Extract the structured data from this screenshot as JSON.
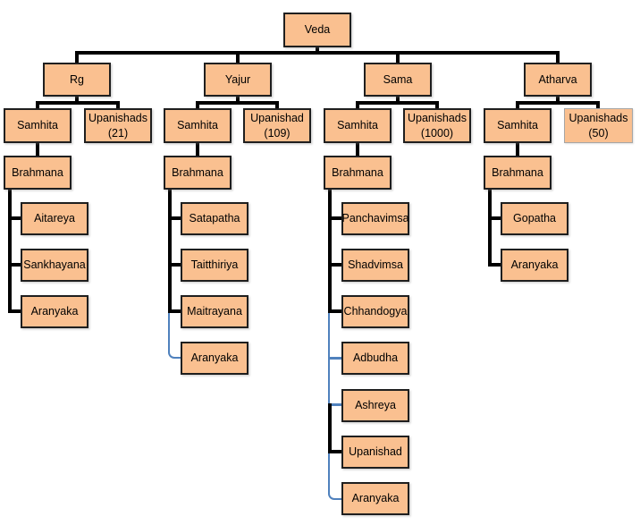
{
  "colors": {
    "box_fill": "#FAC090",
    "box_border": "#1F1F1F",
    "connector_black": "#000000",
    "connector_blue": "#4F81BD"
  },
  "root": {
    "label": "Veda"
  },
  "branches": [
    {
      "label": "Rg",
      "samhita_label": "Samhita",
      "upanishad_label": "Upanishads",
      "upanishad_count": "(21)",
      "brahmana_label": "Brahmana",
      "leaves": [
        "Aitareya",
        "Sankhayana",
        "Aranyaka"
      ]
    },
    {
      "label": "Yajur",
      "samhita_label": "Samhita",
      "upanishad_label": "Upanishad",
      "upanishad_count": "(109)",
      "brahmana_label": "Brahmana",
      "leaves": [
        "Satapatha",
        "Taitthiriya",
        "Maitrayana",
        "Aranyaka"
      ]
    },
    {
      "label": "Sama",
      "samhita_label": "Samhita",
      "upanishad_label": "Upanishads",
      "upanishad_count": "(1000)",
      "brahmana_label": "Brahmana",
      "leaves": [
        "Panchavimsa",
        "Shadvimsa",
        "Chhandogya",
        "Adbudha",
        "Ashreya",
        "Upanishad",
        "Aranyaka"
      ]
    },
    {
      "label": "Atharva",
      "samhita_label": "Samhita",
      "upanishad_label": "Upanishads",
      "upanishad_count": "(50)",
      "brahmana_label": "Brahmana",
      "leaves": [
        "Gopatha",
        "Aranyaka"
      ]
    }
  ]
}
